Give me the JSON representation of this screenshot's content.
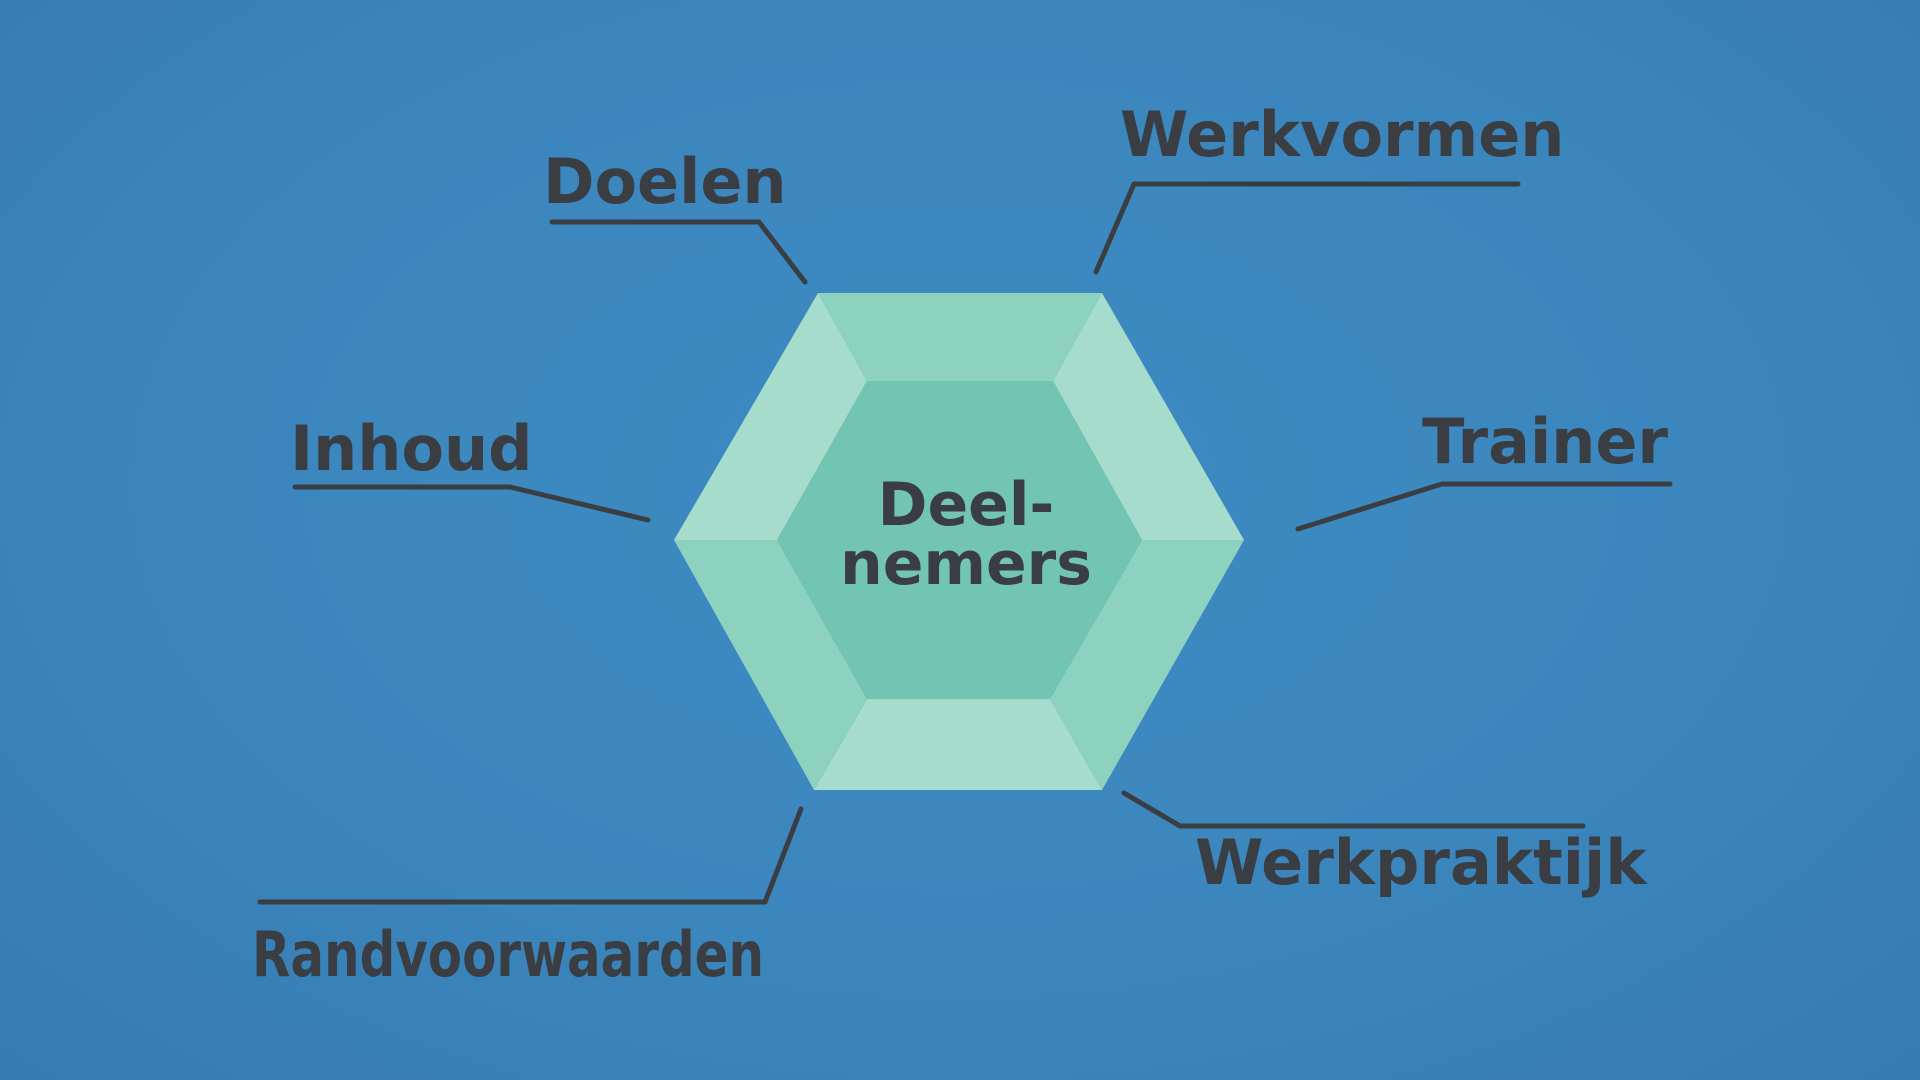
{
  "diagram": {
    "center": {
      "line1": "Deel-",
      "line2": "nemers"
    },
    "labels": {
      "doelen": "Doelen",
      "werkvormen": "Werkvormen",
      "inhoud": "Inhoud",
      "trainer": "Trainer",
      "randvoorwaarden": "Randvoorwaarden",
      "werkpraktijk": "Werkpraktijk"
    },
    "colors": {
      "background": "#3b86bd",
      "hexagon_outer_light": "#a6dccb",
      "hexagon_outer_mid": "#8dd2bf",
      "hexagon_inner": "#72c5b0",
      "text": "#3a3d42"
    }
  }
}
